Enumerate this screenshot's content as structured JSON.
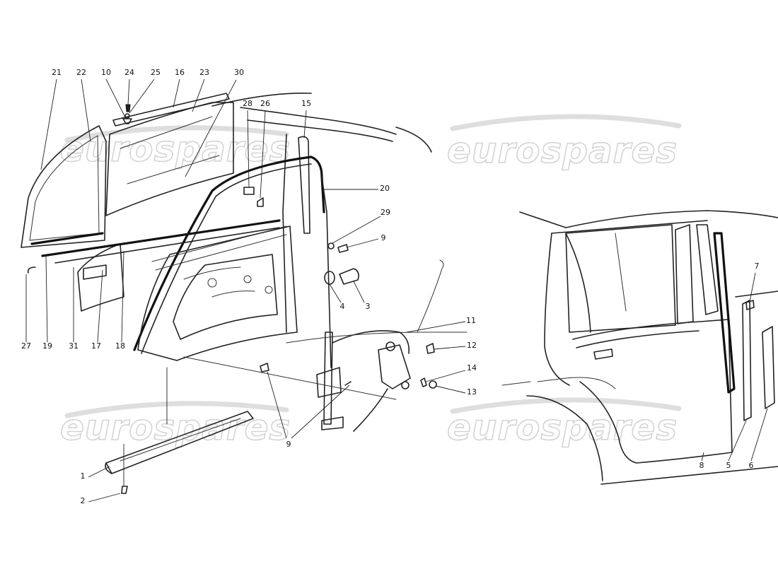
{
  "watermark": {
    "text": "eurospares"
  },
  "callouts": [
    {
      "id": "21",
      "label": "21"
    },
    {
      "id": "22",
      "label": "22"
    },
    {
      "id": "10",
      "label": "10"
    },
    {
      "id": "24",
      "label": "24"
    },
    {
      "id": "25",
      "label": "25"
    },
    {
      "id": "16",
      "label": "16"
    },
    {
      "id": "23",
      "label": "23"
    },
    {
      "id": "30",
      "label": "30"
    },
    {
      "id": "28",
      "label": "28"
    },
    {
      "id": "26",
      "label": "26"
    },
    {
      "id": "15",
      "label": "15"
    },
    {
      "id": "20",
      "label": "20"
    },
    {
      "id": "29",
      "label": "29"
    },
    {
      "id": "9a",
      "label": "9"
    },
    {
      "id": "4",
      "label": "4"
    },
    {
      "id": "3",
      "label": "3"
    },
    {
      "id": "11",
      "label": "11"
    },
    {
      "id": "12",
      "label": "12"
    },
    {
      "id": "14",
      "label": "14"
    },
    {
      "id": "13",
      "label": "13"
    },
    {
      "id": "27",
      "label": "27"
    },
    {
      "id": "19",
      "label": "19"
    },
    {
      "id": "31",
      "label": "31"
    },
    {
      "id": "17",
      "label": "17"
    },
    {
      "id": "18",
      "label": "18"
    },
    {
      "id": "9b",
      "label": "9"
    },
    {
      "id": "1",
      "label": "1"
    },
    {
      "id": "2",
      "label": "2"
    },
    {
      "id": "7",
      "label": "7"
    },
    {
      "id": "8",
      "label": "8"
    },
    {
      "id": "5",
      "label": "5"
    },
    {
      "id": "6",
      "label": "6"
    }
  ]
}
